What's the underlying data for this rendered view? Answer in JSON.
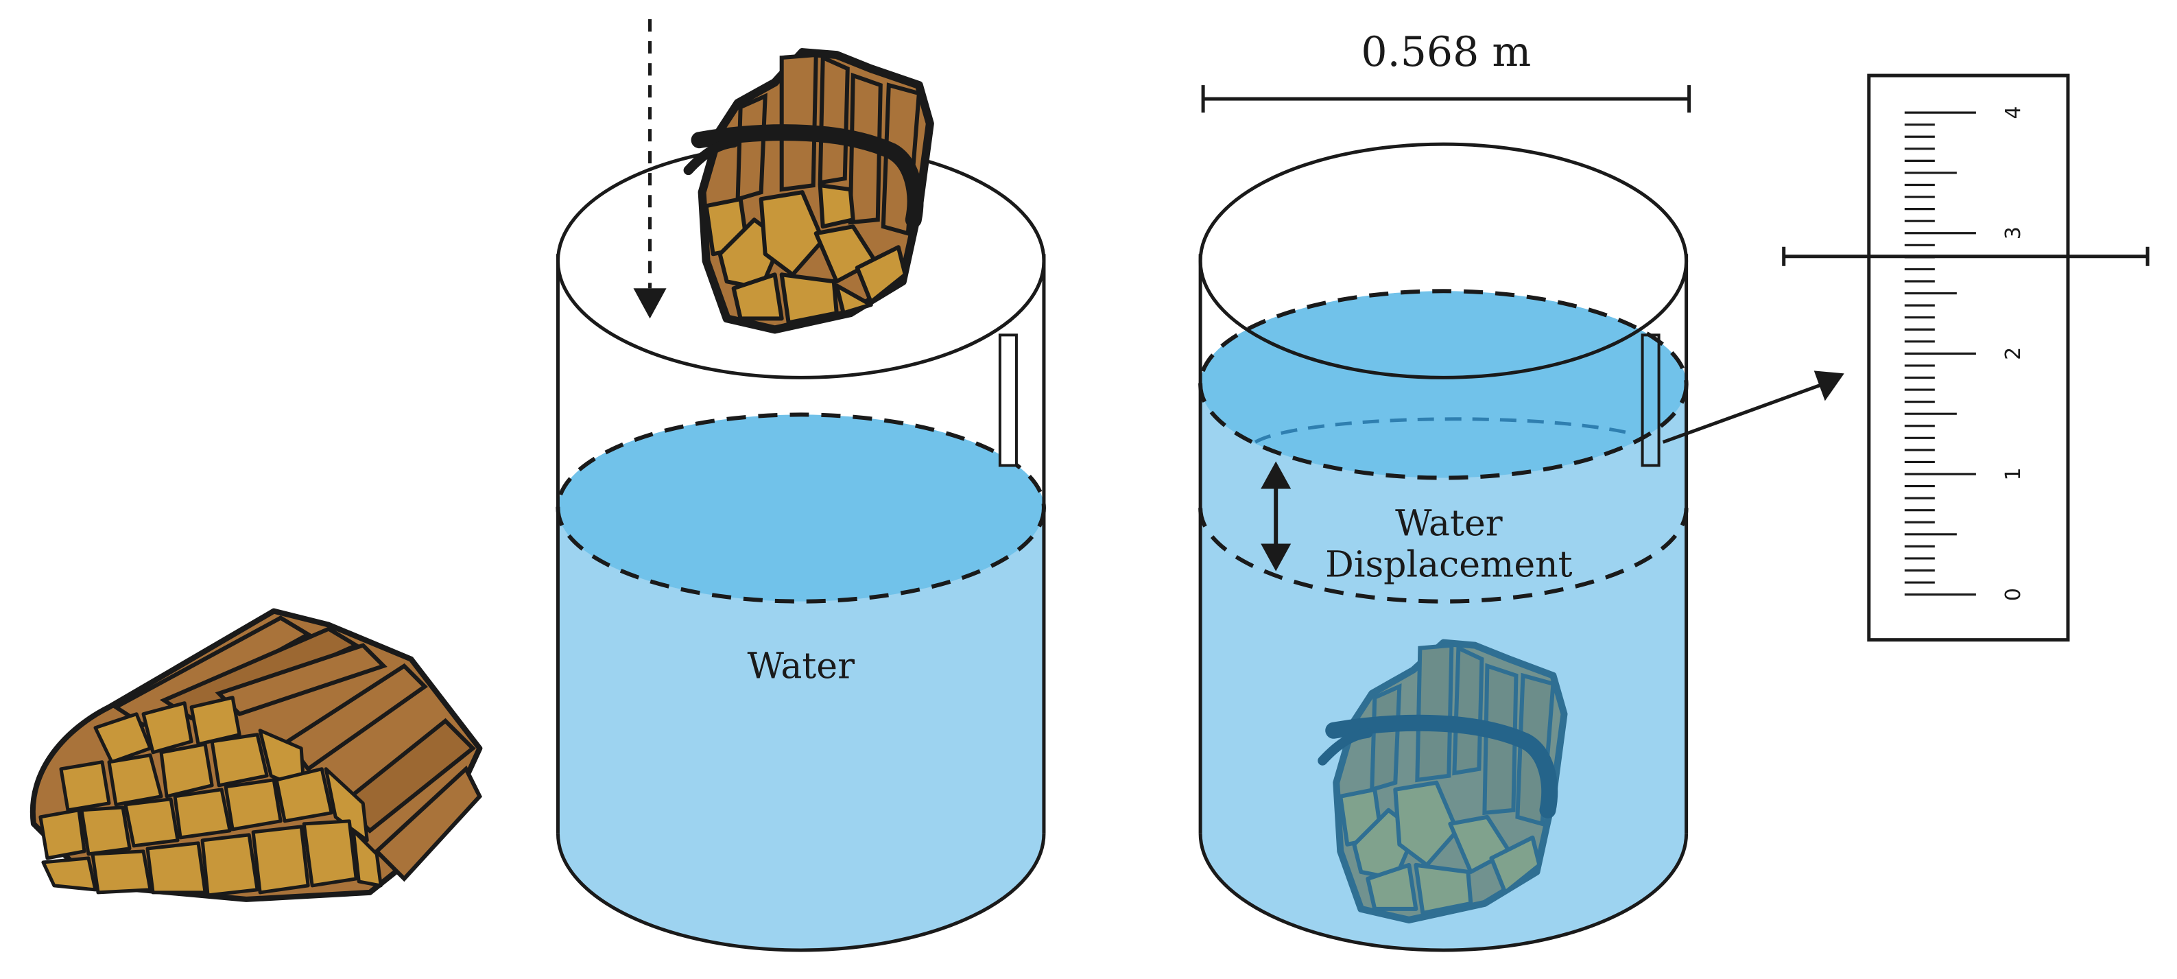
{
  "labels": {
    "water": "Water",
    "displacement_line1": "Water",
    "displacement_line2": "Displacement",
    "width": "0.568 m"
  },
  "ruler": {
    "tick_labels": [
      "0",
      "1",
      "2",
      "3",
      "4"
    ],
    "reading": 3
  },
  "colors": {
    "water_side": "#9dd3f0",
    "water_surface": "#71c2ea",
    "wood_light": "#c8973a",
    "wood_dark": "#a9733a",
    "outline": "#1a1a1a",
    "submerged_wood": "#7a9a84"
  },
  "icons": {
    "woodpile": "firewood-pile-icon",
    "wood_bundle": "wood-bundle-icon",
    "submerged_bundle": "submerged-wood-bundle-icon",
    "down_arrow": "dashed-down-arrow-icon",
    "double_arrow": "double-arrow-icon",
    "pointer_arrow": "pointer-arrow-icon",
    "ruler": "ruler-icon"
  }
}
